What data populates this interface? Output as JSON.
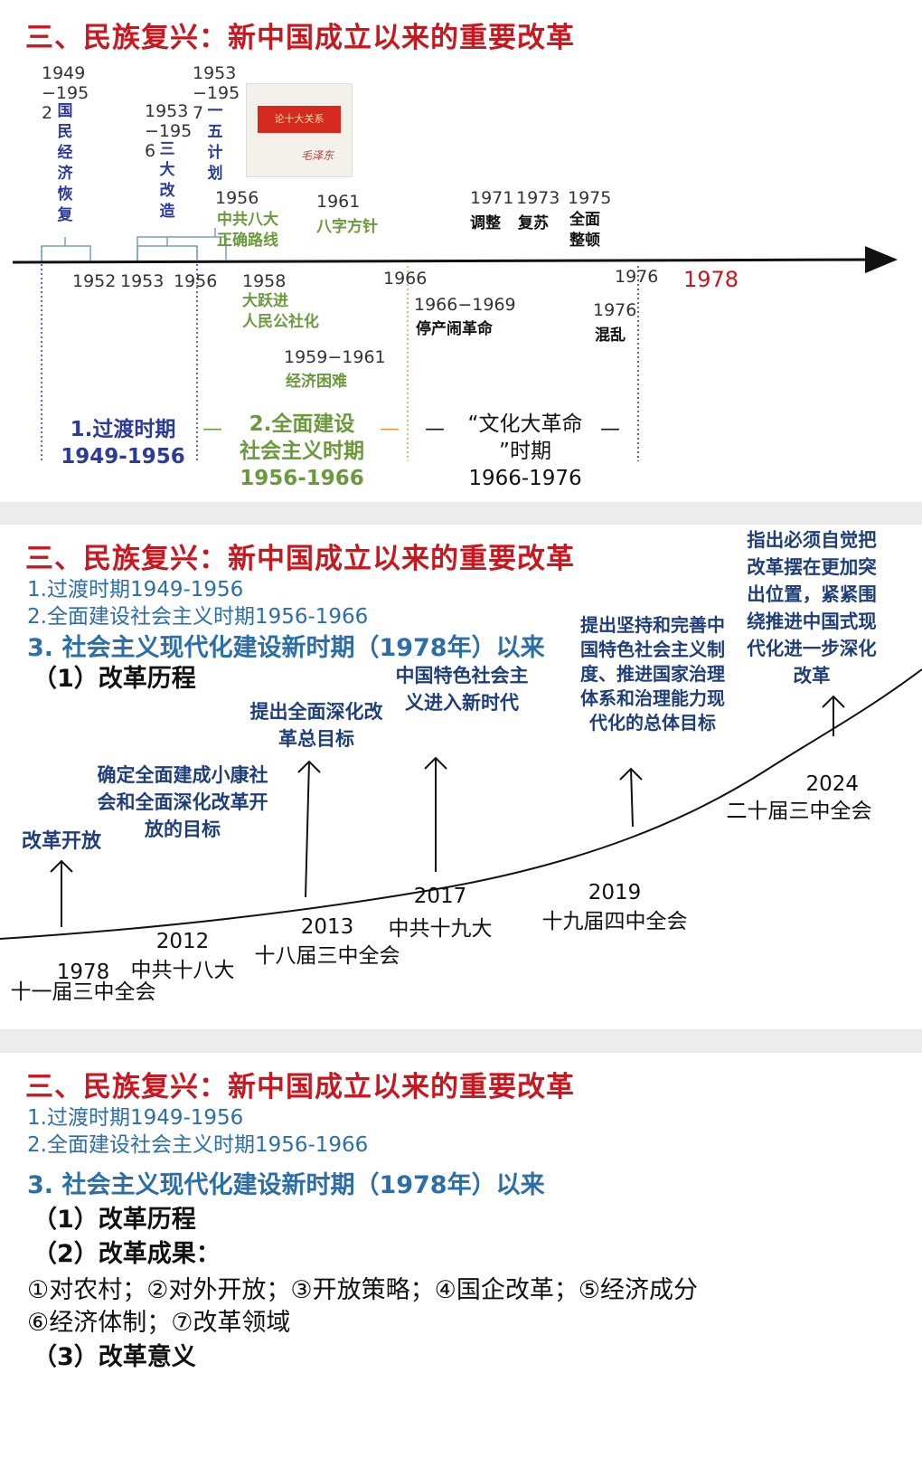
{
  "title": "三、民族复兴：新中国成立以来的重要改革",
  "panel1": {
    "years_above": {
      "y1949_1952": "1949\n−195\n2",
      "y1953_1957": "1953\n−195\n7",
      "y1953_1956": "1953\n−195\n6",
      "y1956": "1956",
      "y1961": "1961",
      "y1971": "1971",
      "y1973": "1973",
      "y1975": "1975"
    },
    "events_above": {
      "recovery": "国民经济恢复",
      "five_year": "一五计划",
      "reform3": "三大改造",
      "cpc8_line1": "中共八大",
      "cpc8_line2": "正确路线",
      "eight_char": "八字方针",
      "adjust": "调整",
      "recover": "复苏",
      "rectify_line1": "全面",
      "rectify_line2": "整顿"
    },
    "book_title": "论十大关系",
    "book_author": "毛泽东",
    "axis_years": {
      "a1952": "1952",
      "a1953": "1953",
      "a1956": "1956",
      "a1966": "1966",
      "a1976": "1976",
      "a1978": "1978"
    },
    "below": {
      "y1958": "1958",
      "leap_line1": "大跃进",
      "leap_line2": "人民公社化",
      "y1959_1961": "1959−1961",
      "difficulty": "经济困难",
      "y1966_1969": "1966−1969",
      "stop_prod": "停产闹革命",
      "y1976": "1976",
      "chaos": "混乱"
    },
    "periods": {
      "p1_name": "1.过渡时期",
      "p1_years": "1949-1956",
      "p2_line1": "2.全面建设",
      "p2_line2": "社会主义时期",
      "p2_years": "1956-1966",
      "p3_line1": "“文化大革命",
      "p3_line2": "”时期",
      "p3_years": "1966-1976",
      "dash": "—"
    },
    "colors": {
      "red": "#c8171e",
      "blue": "#2b3a9c",
      "green": "#6a9a3a",
      "orange": "#e0a030"
    }
  },
  "panel2": {
    "sub1": "1.过渡时期1949-1956",
    "sub2": "2.全面建设社会主义时期1956-1966",
    "h3": "3.  社会主义现代化建设新时期（1978年）以来",
    "h4": "（1）改革历程",
    "milestones": {
      "m1978": "改革开放",
      "m2012": "确定全面建成小康社会和全面深化改革开放的目标",
      "m2013": "提出全面深化改革总目标",
      "m2017": "中国特色社会主义进入新时代",
      "m2019": "提出坚持和完善中国特色社会主义制度、推进国家治理体系和治理能力现代化的总体目标",
      "m2024": "指出必须自觉把改革摆在更加突出位置，紧紧围绕推进中国式现代化进一步深化改革"
    },
    "events": {
      "e1978_year": "1978",
      "e1978_name": "十一届三中全会",
      "e2012_year": "2012",
      "e2012_name": "中共十八大",
      "e2013_year": "2013",
      "e2013_name": "十八届三中全会",
      "e2017_year": "2017",
      "e2017_name": "中共十九大",
      "e2019_year": "2019",
      "e2019_name": "十九届四中全会",
      "e2024_year": "2024",
      "e2024_name": "二十届三中全会"
    }
  },
  "panel3": {
    "sub1": "1.过渡时期1949-1956",
    "sub2": "2.全面建设社会主义时期1956-1966",
    "h3": "3.  社会主义现代化建设新时期（1978年）以来",
    "h4a": "（1）改革历程",
    "h4b": "（2）改革成果：",
    "results_line1": "①对农村；②对外开放；③开放策略；④国企改革；⑤经济成分",
    "results_line2": "⑥经济体制；⑦改革领域",
    "h4c": "（3）改革意义"
  }
}
